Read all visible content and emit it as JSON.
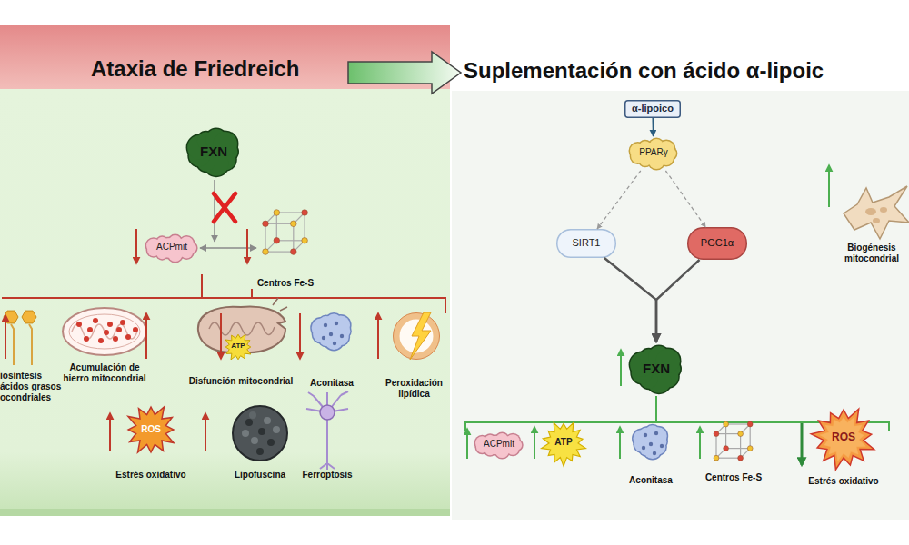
{
  "diagram": {
    "nodes": [
      {
        "text": [
          "Ataxia de Friedreich"
        ]
      },
      {
        "text": [
          "FXN"
        ]
      },
      {
        "text": [
          "ACPmit"
        ]
      },
      {
        "text": [
          "Centros Fe-S"
        ]
      },
      {
        "text": [
          "iosíntesis ácidos grasos ocondriales"
        ]
      },
      {
        "text": [
          "Acumulación de hierro mitocondrial"
        ]
      },
      {
        "text": [
          "ATP",
          "Disfunción mitocondrial"
        ]
      },
      {
        "text": [
          "Aconitasa"
        ]
      },
      {
        "text": [
          "Peroxidación lipídica"
        ]
      },
      {
        "text": [
          "ROS",
          "Estrés oxidativo"
        ]
      },
      {
        "text": [
          "Lipofuscina"
        ]
      },
      {
        "text": [
          "Ferroptosis"
        ]
      },
      {
        "text": [
          "α-lipoico"
        ]
      },
      {
        "text": [
          "PPARγ"
        ]
      },
      {
        "text": [
          "SIRT1"
        ]
      },
      {
        "text": [
          "PGC1α"
        ]
      },
      {
        "text": [
          "FXN"
        ]
      },
      {
        "text": [
          "ACPmit"
        ]
      },
      {
        "text": [
          "ATP"
        ]
      },
      {
        "text": [
          "Aconitasa"
        ]
      },
      {
        "text": [
          "Centros Fe-S"
        ]
      },
      {
        "text": [
          "ROS",
          "Estrés oxidativo"
        ]
      },
      {
        "text": [
          "Biogénesis mitocondrial"
        ]
      }
    ],
    "edges": [
      {
        "from": 2,
        "to": 3,
        "arrow": "both"
      },
      {
        "from": 12,
        "to": 13,
        "arrow": "to"
      },
      {
        "from": 13,
        "to": 14,
        "arrow": "to"
      },
      {
        "from": 13,
        "to": 15,
        "arrow": "to"
      },
      {
        "from": 14,
        "to": 16,
        "arrow": "to"
      },
      {
        "from": 15,
        "to": 16,
        "arrow": "to"
      }
    ],
    "labels": [
      "Suplementación con ácido α-lipoic"
    ]
  }
}
